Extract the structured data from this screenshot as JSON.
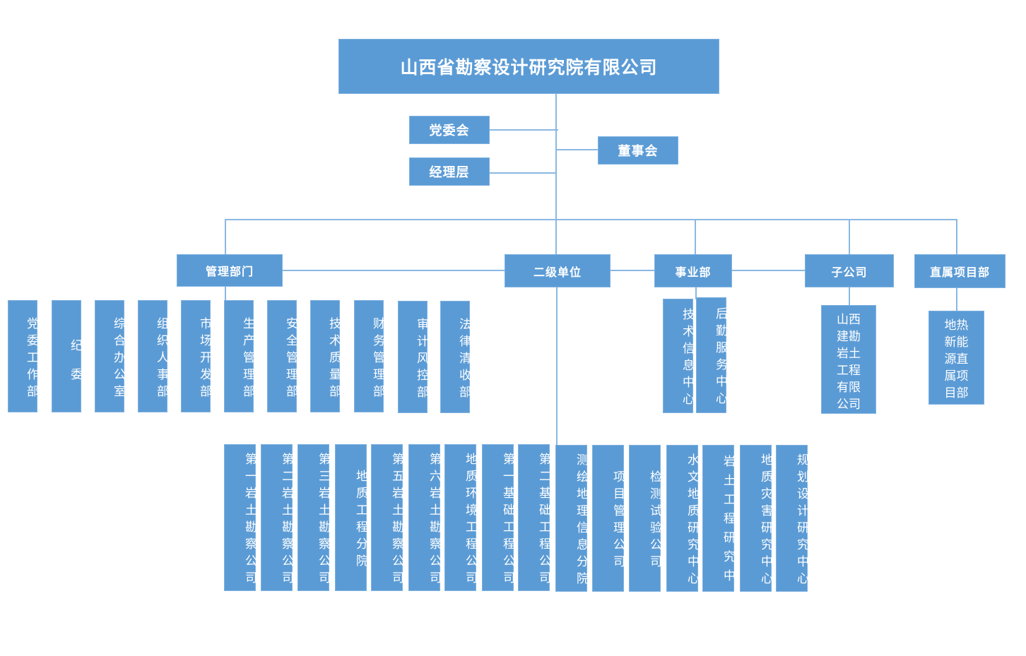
{
  "root": "山西省勘察设计研究院有限公司",
  "governance": {
    "party_committee": "党委会",
    "management": "经理层",
    "board": "董事会"
  },
  "categories": [
    {
      "label": "管理部门"
    },
    {
      "label": "二级单位"
    },
    {
      "label": "事业部"
    },
    {
      "label": "子公司"
    },
    {
      "label": "直属项目部"
    }
  ],
  "management_depts": [
    "党委工作部",
    "纪委",
    "综合办公室",
    "组织人事部",
    "市场开发部",
    "生产管理部",
    "安全管理部",
    "技术质量部",
    "财务管理部",
    "审计风控部",
    "法律清收部"
  ],
  "secondary_units": [
    "第一岩土勘察公司",
    "第二岩土勘察公司",
    "第三岩土勘察公司",
    "地质工程分院",
    "第五岩土勘察公司",
    "第六岩土勘察公司",
    "地质环境工程公司",
    "第一基础工程公司",
    "第二基础工程公司",
    "测绘地理信息分院",
    "项目管理公司",
    "检测试验公司",
    "水文地质研究中心",
    "岩土工程研究中",
    "地质灾害研究中心",
    "规划设计研究中心"
  ],
  "business_units": [
    "技术信息中心",
    "后勤服务中心"
  ],
  "subsidiaries": [
    "山西\n建勘\n岩土\n工程\n有限\n公司"
  ],
  "direct_projects": [
    "地热\n新能\n源直\n属项\n目部"
  ]
}
